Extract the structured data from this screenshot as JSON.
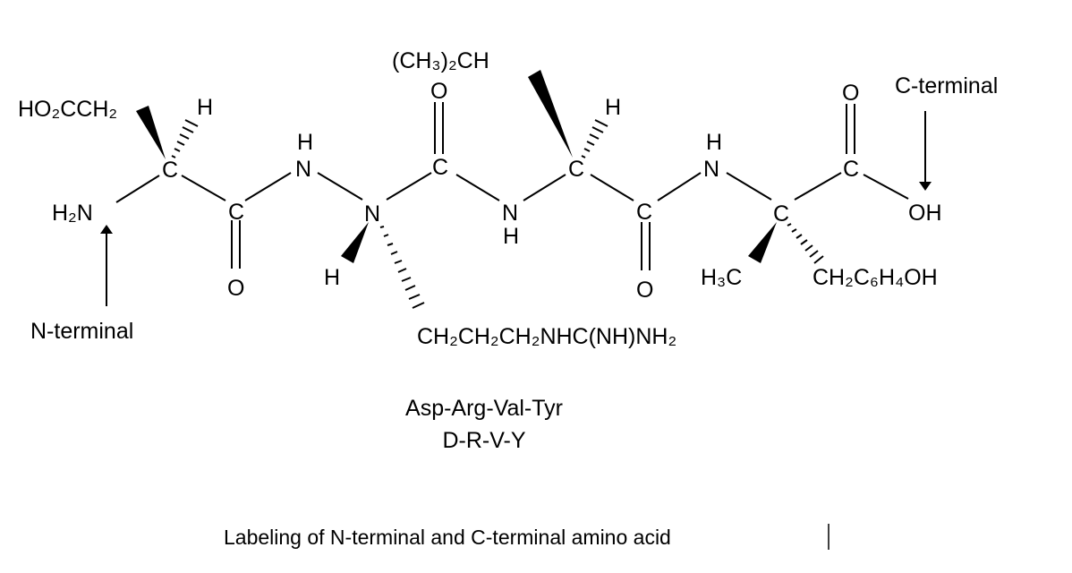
{
  "molecule": {
    "side_chains": {
      "asp": "HO₂CCH₂",
      "val": "(CH₃)₂CH",
      "arg": "CH₂CH₂CH₂NHC(NH)NH₂",
      "tyr": "CH₂C₆H₄OH",
      "methyl": "H₃C"
    },
    "atoms": {
      "amine": "H₂N",
      "hydroxyl": "OH",
      "carbon": "C",
      "nitrogen": "N",
      "oxygen": "O",
      "hydrogen": "H"
    }
  },
  "labels": {
    "n_terminal": "N-terminal",
    "c_terminal": "C-terminal"
  },
  "sequence": {
    "three_letter": "Asp-Arg-Val-Tyr",
    "one_letter": "D-R-V-Y"
  },
  "caption": "Labeling of N-terminal and C-terminal amino acid"
}
